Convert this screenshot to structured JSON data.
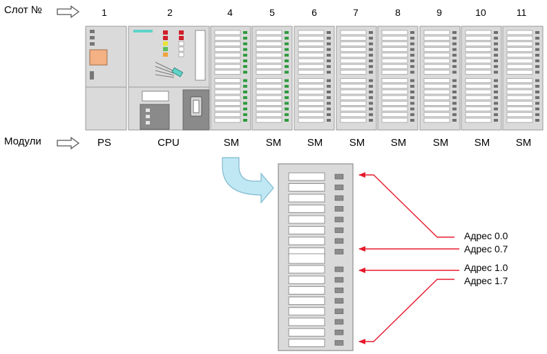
{
  "header": {
    "slot_label": "Слот №",
    "modules_label": "Модули"
  },
  "slots": [
    {
      "number": "1",
      "module": "PS"
    },
    {
      "number": "2",
      "module": "CPU"
    },
    {
      "number": "4",
      "module": "SM"
    },
    {
      "number": "5",
      "module": "SM"
    },
    {
      "number": "6",
      "module": "SM"
    },
    {
      "number": "7",
      "module": "SM"
    },
    {
      "number": "8",
      "module": "SM"
    },
    {
      "number": "9",
      "module": "SM"
    },
    {
      "number": "10",
      "module": "SM"
    },
    {
      "number": "11",
      "module": "SM"
    }
  ],
  "addresses": [
    {
      "label": "Адрес 0.0"
    },
    {
      "label": "Адрес 0.7"
    },
    {
      "label": "Адрес 1.0"
    },
    {
      "label": "Адрес 1.7"
    }
  ],
  "colors": {
    "arrow_red": "#e8182b",
    "module_gray": "#d6d6d6",
    "led_green": "#2e9a3c",
    "ps_orange": "#f4b183",
    "cyan": "#5fd3c8",
    "curved_arrow": "#bfe8f4"
  }
}
